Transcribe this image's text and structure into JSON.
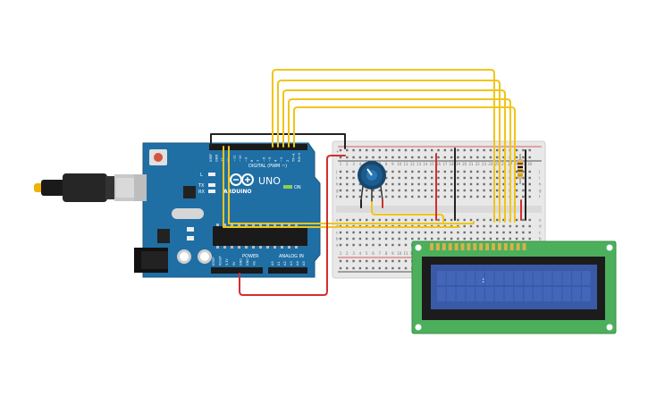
{
  "arduino": {
    "brand": "UNO",
    "logo_text": "ARDUINO",
    "digital_label": "DIGITAL (PWM ~)",
    "power_label": "POWER",
    "analog_label": "ANALOG IN",
    "on_label": "ON",
    "led_l": "L",
    "led_tx": "TX",
    "led_rx": "RX",
    "digital_pins": [
      "AREF",
      "GND",
      "13",
      "12",
      "~11",
      "~10",
      "~9",
      "8",
      "7",
      "~6",
      "~5",
      "4",
      "~3",
      "2",
      "TX→1",
      "RX←0"
    ],
    "power_pins": [
      "IOREF",
      "RESET",
      "3.3V",
      "5V",
      "GND",
      "GND",
      "Vin"
    ],
    "analog_pins": [
      "A0",
      "A1",
      "A2",
      "A3",
      "A4",
      "A5"
    ]
  },
  "breadboard": {
    "row_letters_top": [
      "j",
      "i",
      "h",
      "g",
      "f"
    ],
    "row_letters_bottom": [
      "e",
      "d",
      "c",
      "b",
      "a"
    ],
    "rail_plus": "+",
    "rail_minus": "-",
    "columns": [
      "1",
      "2",
      "3",
      "4",
      "5",
      "6",
      "7",
      "8",
      "9",
      "10",
      "11",
      "12",
      "13",
      "14",
      "15",
      "16",
      "17",
      "18",
      "19",
      "20",
      "21",
      "22",
      "23",
      "24",
      "25",
      "26",
      "27",
      "28",
      "29",
      "30"
    ]
  },
  "lcd": {
    "display_text": ":"
  },
  "colors": {
    "arduino_board": "#1f6fa5",
    "breadboard": "#e8e8e8",
    "lcd_pcb": "#4caf5c",
    "lcd_screen": "#3a5aa8",
    "wire_yellow": "#f0c51a",
    "wire_red": "#d32f2f",
    "wire_black": "#222222",
    "pot_body": "#1c5c8c"
  }
}
